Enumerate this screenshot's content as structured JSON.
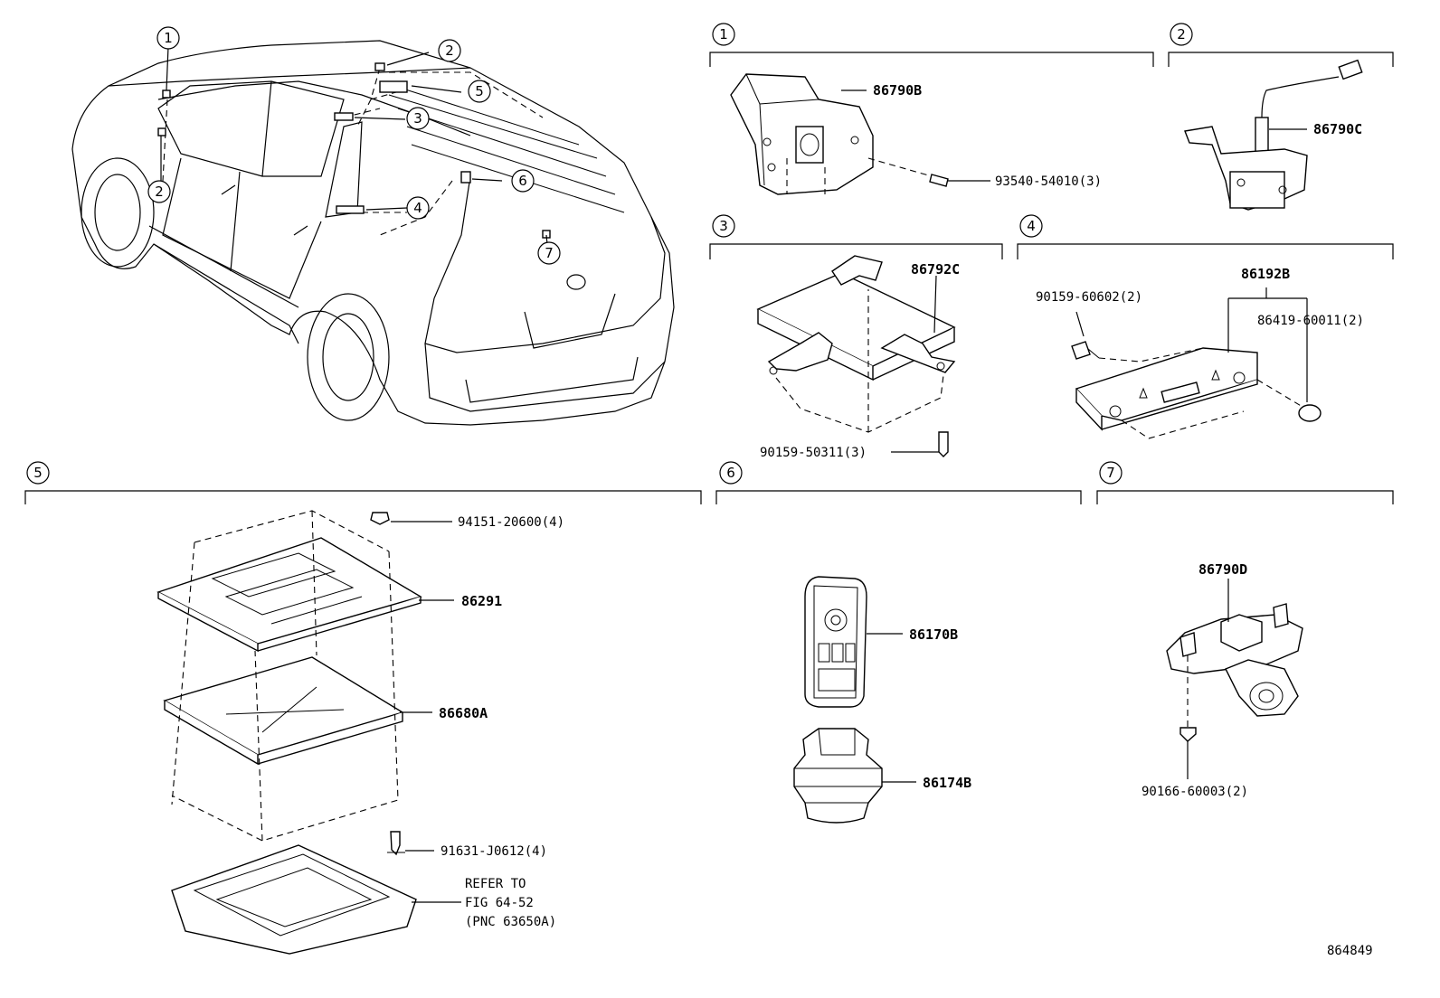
{
  "diagram_id": "864849",
  "vehicle_callouts": [
    "1",
    "2",
    "5",
    "3",
    "6",
    "4",
    "2",
    "7"
  ],
  "sections": [
    {
      "num": "1",
      "parts": [
        "86790B",
        "93540-54010(3)"
      ]
    },
    {
      "num": "2",
      "parts": [
        "86790C"
      ]
    },
    {
      "num": "3",
      "parts": [
        "86792C",
        "90159-50311(3)"
      ]
    },
    {
      "num": "4",
      "parts": [
        "86192B",
        "90159-60602(2)",
        "86419-60011(2)"
      ]
    },
    {
      "num": "5",
      "parts": [
        "94151-20600(4)",
        "86291",
        "86680A",
        "91631-J0612(4)"
      ],
      "refer": [
        "REFER TO",
        "FIG 64-52",
        "(PNC 63650A)"
      ]
    },
    {
      "num": "6",
      "parts": [
        "86170B",
        "86174B"
      ]
    },
    {
      "num": "7",
      "parts": [
        "86790D",
        "90166-60003(2)"
      ]
    }
  ]
}
